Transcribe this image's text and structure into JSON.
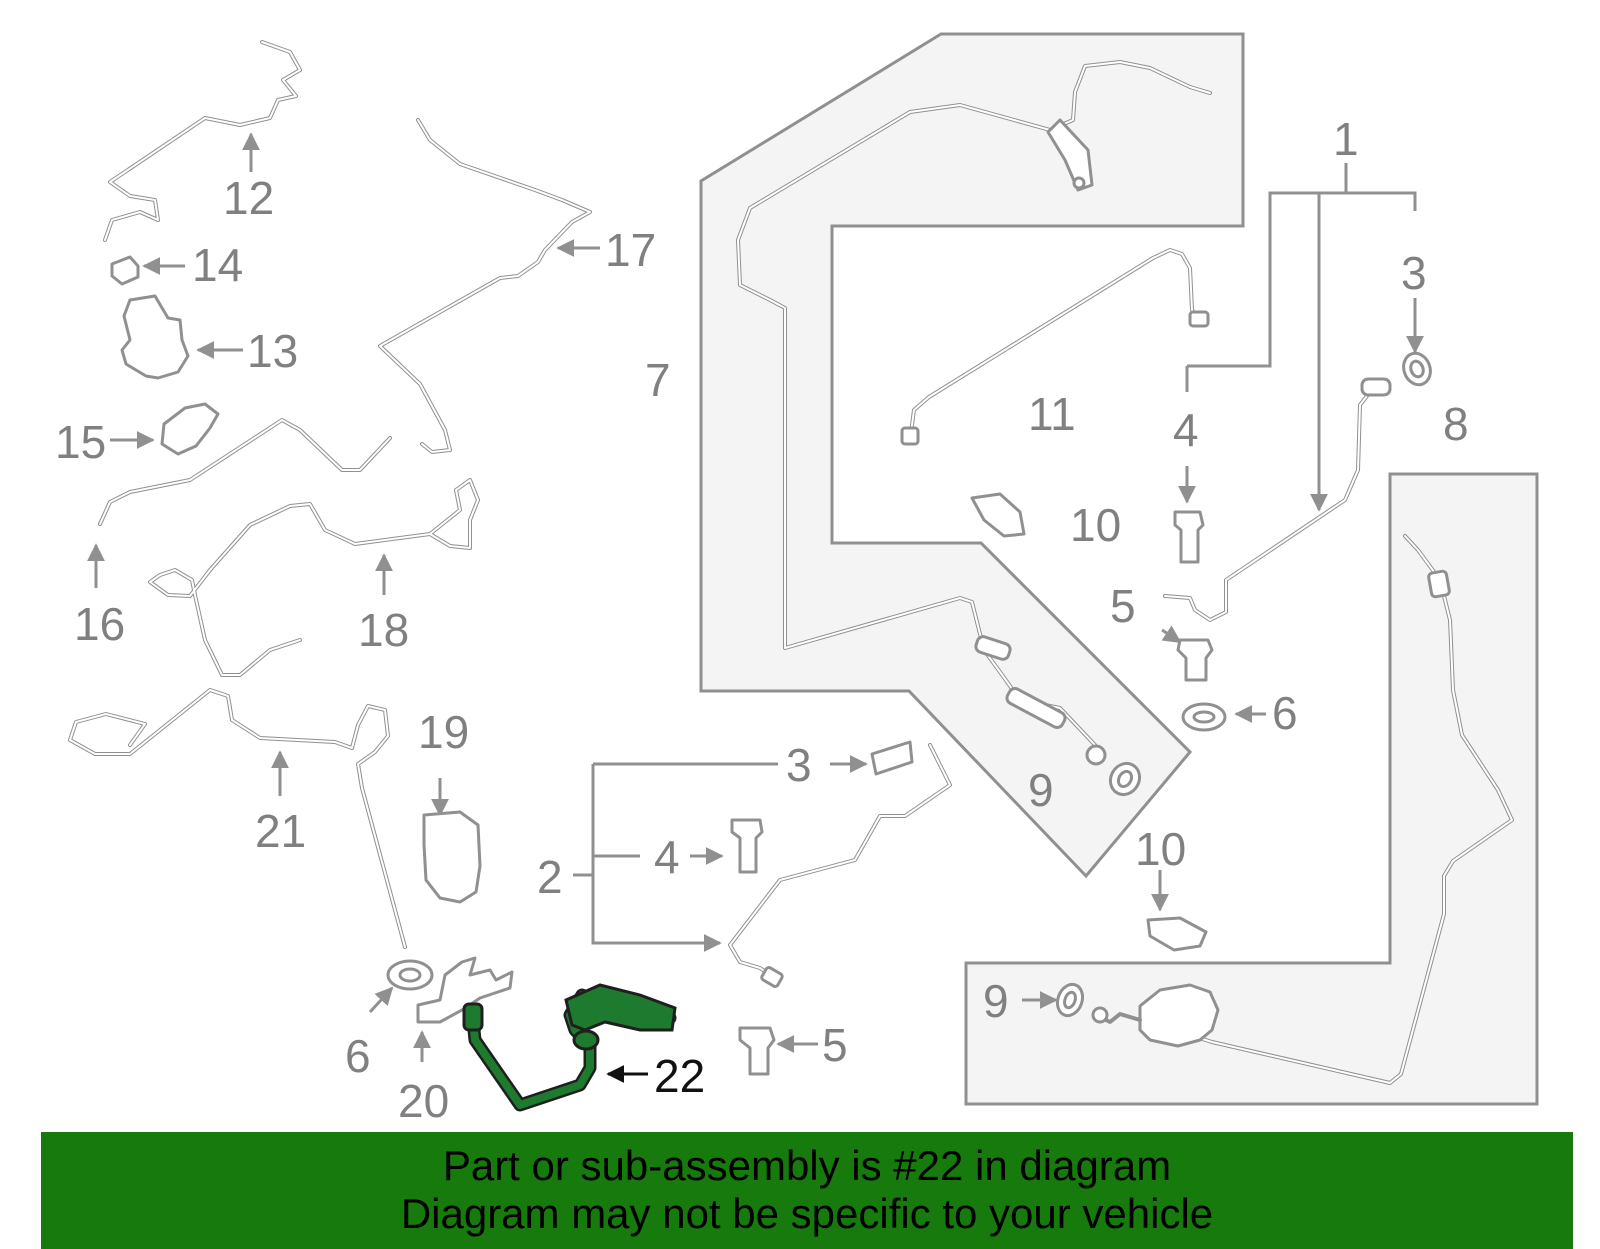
{
  "diagram": {
    "callouts": {
      "c1": "1",
      "c2": "2",
      "c3a": "3",
      "c3b": "3",
      "c4a": "4",
      "c4b": "4",
      "c5a": "5",
      "c5b": "5",
      "c6a": "6",
      "c6b": "6",
      "c7": "7",
      "c8": "8",
      "c9a": "9",
      "c9b": "9",
      "c10a": "10",
      "c10b": "10",
      "c11": "11",
      "c12": "12",
      "c13": "13",
      "c14": "14",
      "c15": "15",
      "c16": "16",
      "c17": "17",
      "c18": "18",
      "c19": "19",
      "c20": "20",
      "c21": "21",
      "c22": "22"
    },
    "highlight_part": "22",
    "highlight_color": "#1e7a2e"
  },
  "banner": {
    "line1": "Part or sub-assembly is #22 in diagram",
    "line2": "Diagram may not be specific to your vehicle",
    "background": "#177a0c"
  }
}
